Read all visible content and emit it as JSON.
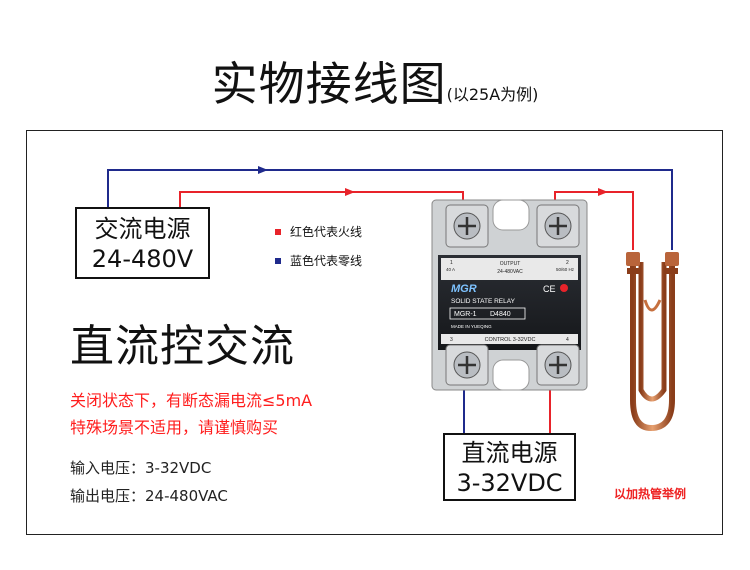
{
  "title": {
    "main": "实物接线图",
    "sub": "(以25A为例)"
  },
  "ac_source": {
    "line1": "交流电源",
    "line2": "24-480V"
  },
  "dc_source": {
    "line1": "直流电源",
    "line2": "3-32VDC"
  },
  "legend": [
    {
      "label": "红色代表火线",
      "color": "#e8232a"
    },
    {
      "label": "蓝色代表零线",
      "color": "#1f2a8c"
    }
  ],
  "heading": "直流控交流",
  "warnings": [
    "关闭状态下，有断态漏电流≤5mA",
    "特殊场景不适用，请谨慎购买"
  ],
  "specs": [
    "输入电压：3-32VDC",
    "输出电压：24-480VAC"
  ],
  "example": "以加热管举例",
  "relay": {
    "output_label": "OUTPUT",
    "output_range": "24-480VAC",
    "freq": "50/60 Hz",
    "rating": "40 A",
    "brand": "MGR",
    "ce": "CE",
    "type": "SOLID STATE RELAY",
    "model": "MGR-1",
    "code": "D4840",
    "made_in": "MADE IN YUEQING",
    "control": "CONTROL 3-32VDC",
    "terminal_1": "1",
    "terminal_2": "2",
    "terminal_3": "3",
    "terminal_4": "4"
  },
  "wire_colors": {
    "live": "#e8232a",
    "neutral": "#1f2a8c"
  }
}
